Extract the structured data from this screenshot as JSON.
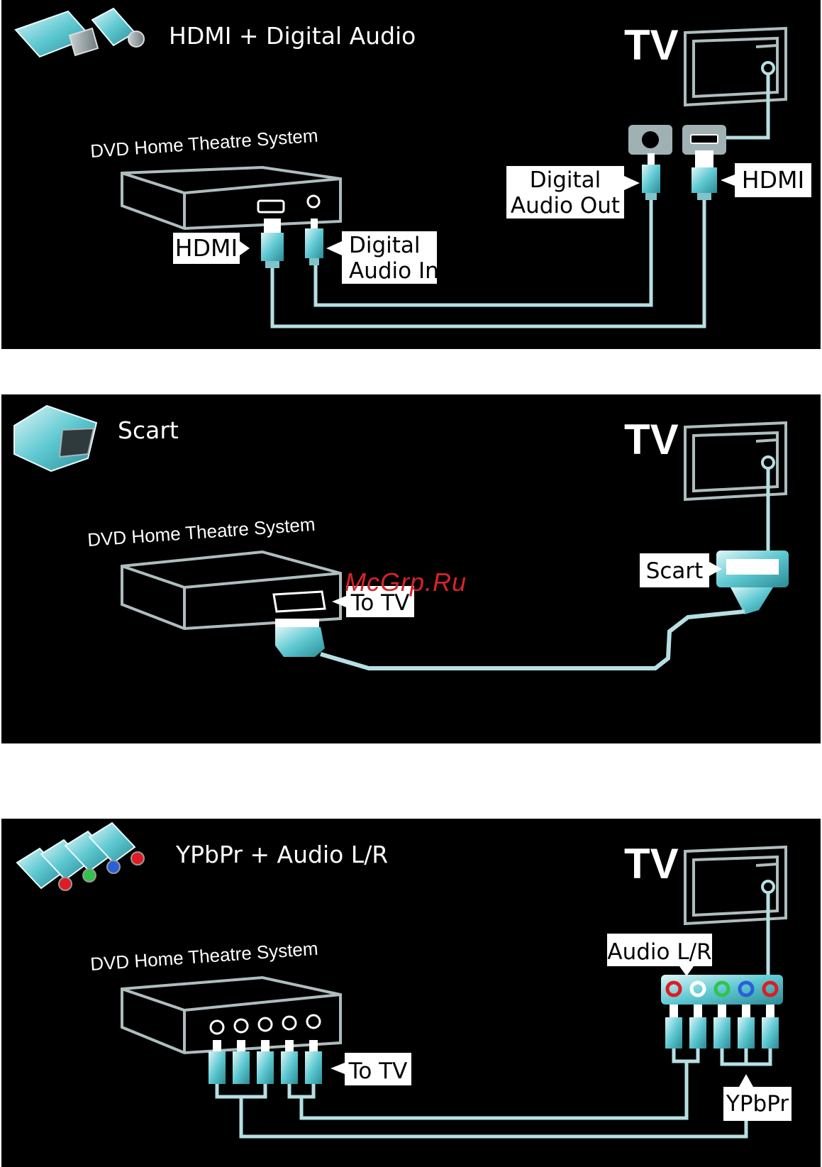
{
  "colors": {
    "background": "#000000",
    "cable": "#b7dfe3",
    "device_outline": "#aebdbe",
    "label_bg": "#ffffff",
    "label_text": "#000000",
    "heading_text": "#ffffff",
    "watermark": "#d8232a"
  },
  "watermark": "McGrp.Ru",
  "panels": [
    {
      "title": "HDMI + Digital Audio",
      "tv_label": "TV",
      "device_label": "DVD Home Theatre System",
      "labels": {
        "dvd_hdmi": "HDMI",
        "dvd_digital_in_line1": "Digital",
        "dvd_digital_in_line2": "Audio In",
        "tv_digital_out_line1": "Digital",
        "tv_digital_out_line2": "Audio Out",
        "tv_hdmi": "HDMI"
      },
      "icons": [
        "hdmi-plug-icon",
        "rca-plug-icon"
      ]
    },
    {
      "title": "Scart",
      "tv_label": "TV",
      "device_label": "DVD Home Theatre System",
      "labels": {
        "dvd_to_tv": "To TV",
        "tv_scart": "Scart"
      },
      "icons": [
        "scart-plug-icon"
      ]
    },
    {
      "title": "YPbPr + Audio L/R",
      "tv_label": "TV",
      "device_label": "DVD Home Theatre System",
      "labels": {
        "dvd_to_tv": "To TV",
        "tv_audio_lr": "Audio L/R",
        "tv_ypbpr": "YPbPr"
      },
      "icons": [
        "component-plugs-icon"
      ],
      "jack_colors": [
        "#e01b24",
        "#ffffff",
        "#33c24a",
        "#2a5fd8",
        "#e01b24"
      ]
    }
  ]
}
